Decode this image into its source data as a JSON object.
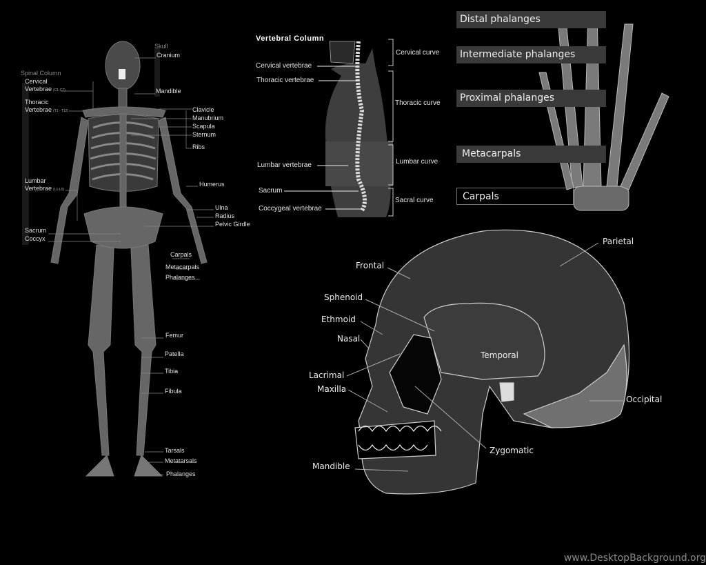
{
  "skeleton": {
    "group_labels": {
      "skull": "Skull",
      "spinal_column": "Spinal Column"
    },
    "spine_labels": [
      {
        "text": "Cervical",
        "text2": "Vertebrae",
        "sub": "(C1-C7)"
      },
      {
        "text": "Thoracic",
        "text2": "Vertebrae",
        "sub": "(T1 - T12)"
      },
      {
        "text": "Lumbar",
        "text2": "Vertebrae",
        "sub": "(L1-L5)"
      },
      {
        "text": "Sacrum"
      },
      {
        "text": "Coccyx"
      }
    ],
    "right_labels": [
      "Cranium",
      "Mandible",
      "Clavicle",
      "Manubrium",
      "Scapula",
      "Sternum",
      "Ribs",
      "Humerus",
      "Ulna",
      "Radius",
      "Pelvic Girdle",
      "Carpals",
      "Metacarpals",
      "Phalanges",
      "Femur",
      "Patella",
      "Tibia",
      "Fibula",
      "Tarsals",
      "Metatarsals",
      "Phalanges"
    ]
  },
  "vertebral_column": {
    "title": "Vertebral Column",
    "left_labels": [
      "Cervical vertebrae",
      "Thoracic vertebrae",
      "Lumbar vertebrae",
      "Sacrum",
      "Coccygeal vertebrae"
    ],
    "curves": [
      "Cervical curve",
      "Thoracic curve",
      "Lumbar curve",
      "Sacral curve"
    ]
  },
  "hand": {
    "labels": [
      "Distal phalanges",
      "Intermediate phalanges",
      "Proximal phalanges",
      "Metacarpals",
      "Carpals"
    ]
  },
  "skull": {
    "labels": [
      "Frontal",
      "Parietal",
      "Sphenoid",
      "Ethmoid",
      "Nasal",
      "Temporal",
      "Lacrimal",
      "Maxilla",
      "Occipital",
      "Zygomatic",
      "Mandible"
    ]
  },
  "watermark": "www.DesktopBackground.org",
  "colors": {
    "background": "#000000",
    "bone": "#5a5a5a",
    "bone_light": "#8c8c8c",
    "text": "#e8e8e8"
  }
}
